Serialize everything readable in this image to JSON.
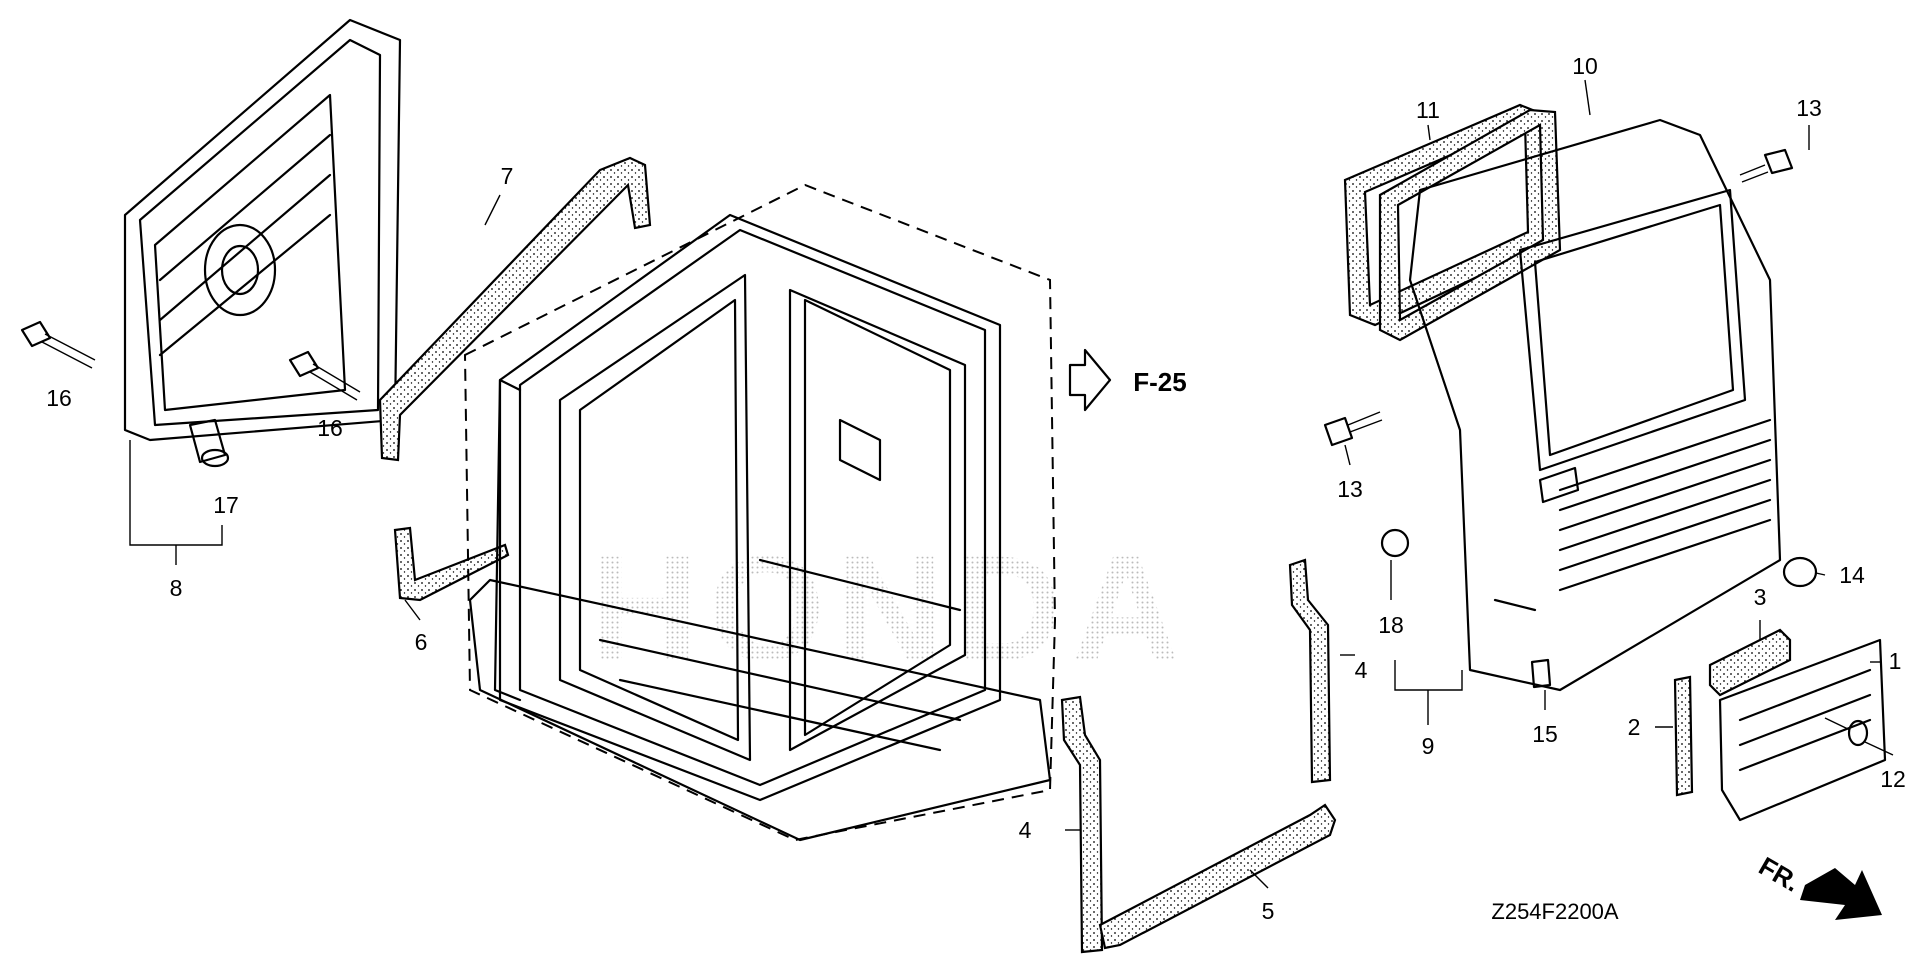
{
  "diagram": {
    "code": "Z254F2200A",
    "reference": "F-25",
    "direction": "FR.",
    "watermark": "HONDA",
    "callouts": [
      {
        "id": "c16a",
        "text": "16"
      },
      {
        "id": "c16b",
        "text": "16"
      },
      {
        "id": "c17",
        "text": "17"
      },
      {
        "id": "c8",
        "text": "8"
      },
      {
        "id": "c7",
        "text": "7"
      },
      {
        "id": "c6",
        "text": "6"
      },
      {
        "id": "c4a",
        "text": "4"
      },
      {
        "id": "c4b",
        "text": "4"
      },
      {
        "id": "c5",
        "text": "5"
      },
      {
        "id": "c11",
        "text": "11"
      },
      {
        "id": "c10",
        "text": "10"
      },
      {
        "id": "c13a",
        "text": "13"
      },
      {
        "id": "c13b",
        "text": "13"
      },
      {
        "id": "c14",
        "text": "14"
      },
      {
        "id": "c18",
        "text": "18"
      },
      {
        "id": "c9",
        "text": "9"
      },
      {
        "id": "c15",
        "text": "15"
      },
      {
        "id": "c3",
        "text": "3"
      },
      {
        "id": "c1",
        "text": "1"
      },
      {
        "id": "c2",
        "text": "2"
      },
      {
        "id": "c12",
        "text": "12"
      }
    ]
  }
}
